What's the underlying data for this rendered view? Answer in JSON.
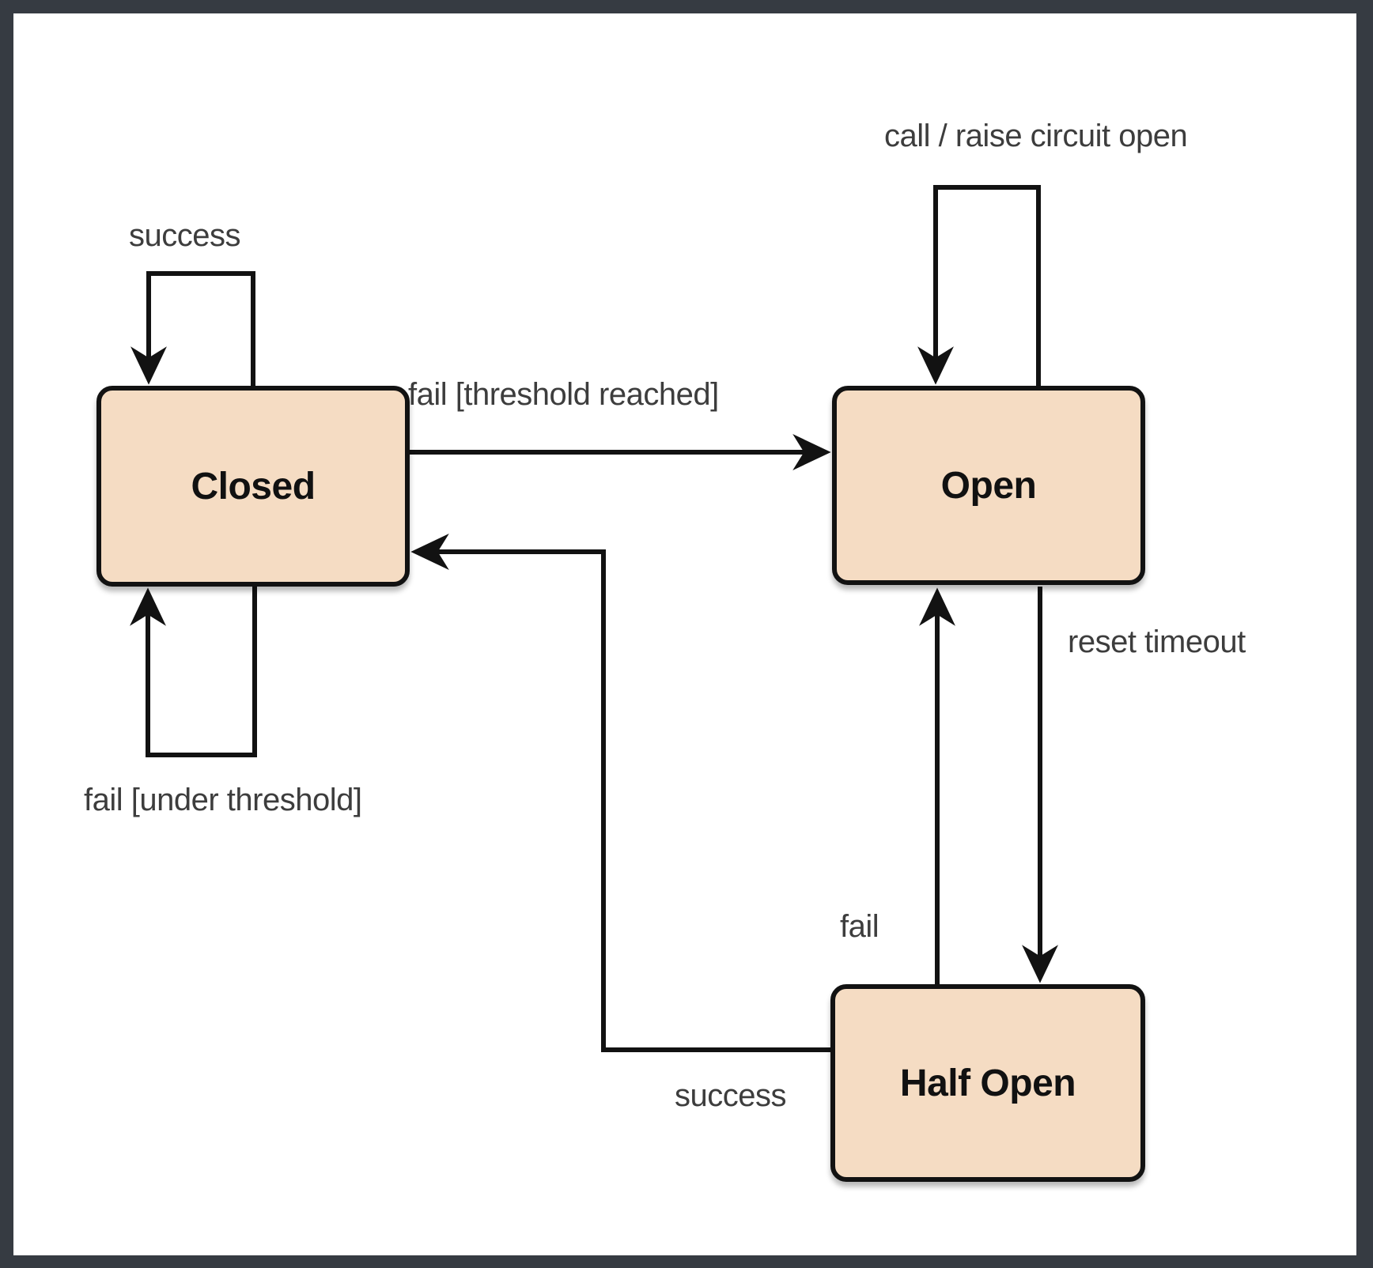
{
  "diagram_type": "state-diagram",
  "states": [
    {
      "id": "closed",
      "label": "Closed"
    },
    {
      "id": "open",
      "label": "Open"
    },
    {
      "id": "half_open",
      "label": "Half Open"
    }
  ],
  "transitions": [
    {
      "from": "closed",
      "to": "closed",
      "label": "success"
    },
    {
      "from": "closed",
      "to": "closed",
      "label": "fail [under threshold]"
    },
    {
      "from": "closed",
      "to": "open",
      "label": "fail [threshold reached]"
    },
    {
      "from": "open",
      "to": "open",
      "label": "call / raise circuit open"
    },
    {
      "from": "open",
      "to": "half_open",
      "label": "reset timeout"
    },
    {
      "from": "half_open",
      "to": "open",
      "label": "fail"
    },
    {
      "from": "half_open",
      "to": "closed",
      "label": "success"
    }
  ],
  "colors": {
    "state_fill": "#f5dcc3",
    "state_border": "#121212",
    "edge": "#121212",
    "edge_label_text": "#3d3d3d",
    "state_label_text": "#111111",
    "page_background": "#ffffff",
    "frame_background": "#363b42"
  }
}
